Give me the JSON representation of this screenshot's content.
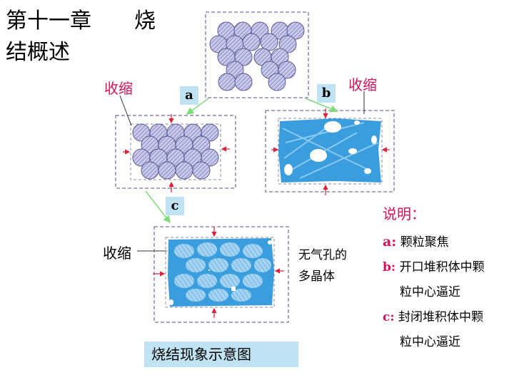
{
  "title": "第十一章　　烧\n结概述",
  "labels": {
    "shrink_1": "收缩",
    "shrink_2": "收缩",
    "shrink_3": "收缩",
    "tag_a": "a",
    "tag_b": "b",
    "tag_c": "c",
    "no_pore_line1": "无气孔的",
    "no_pore_line2": "多晶体"
  },
  "legend": {
    "title": "说明：",
    "a_key": "a:",
    "a_text": " 颗粒聚焦",
    "b_key": "b:",
    "b_text1": " 开口堆积体中颗",
    "b_text2": "粒中心逼近",
    "c_key": "c:",
    "c_text1": " 封闭堆积体中颗",
    "c_text2": "粒中心逼近"
  },
  "caption": "烧结现象示意图",
  "colors": {
    "particle_fill": "#c8c8ec",
    "particle_stroke": "#5a5a98",
    "sintered_fill": "#3a9ede",
    "frame": "#8a8aa8",
    "arrow_red": "#e0203a",
    "arrow_green": "#7fdc7a",
    "tag_bg": "#bfe3f2",
    "accent_red": "#d6125a"
  }
}
